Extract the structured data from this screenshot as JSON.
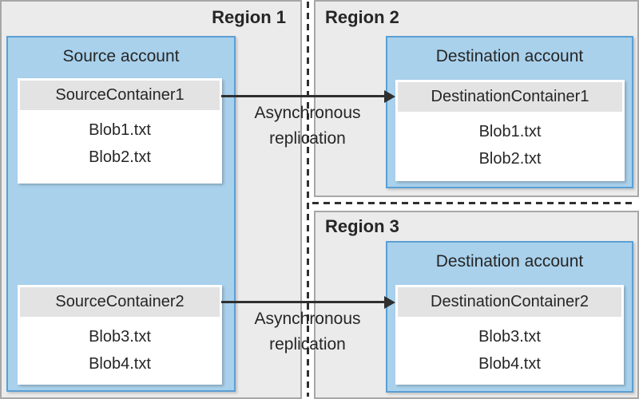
{
  "colors": {
    "region_fill": "#ebebeb",
    "region_border": "#a7a7a7",
    "account_fill": "#a9d1ec",
    "account_border": "#5b9fd4",
    "container_header_fill": "#e3e3e3",
    "arrow": "#2f2f2f",
    "text": "#262626"
  },
  "regions": [
    {
      "label": "Region 1"
    },
    {
      "label": "Region 2"
    },
    {
      "label": "Region 3"
    }
  ],
  "source_account": {
    "title": "Source account",
    "containers": [
      {
        "name": "SourceContainer1",
        "blobs": [
          "Blob1.txt",
          "Blob2.txt"
        ]
      },
      {
        "name": "SourceContainer2",
        "blobs": [
          "Blob3.txt",
          "Blob4.txt"
        ]
      }
    ]
  },
  "destination_accounts": [
    {
      "title": "Destination account",
      "container": {
        "name": "DestinationContainer1",
        "blobs": [
          "Blob1.txt",
          "Blob2.txt"
        ]
      }
    },
    {
      "title": "Destination account",
      "container": {
        "name": "DestinationContainer2",
        "blobs": [
          "Blob3.txt",
          "Blob4.txt"
        ]
      }
    }
  ],
  "arrows": [
    {
      "label": "Asynchronous replication"
    },
    {
      "label": "Asynchronous replication"
    }
  ]
}
